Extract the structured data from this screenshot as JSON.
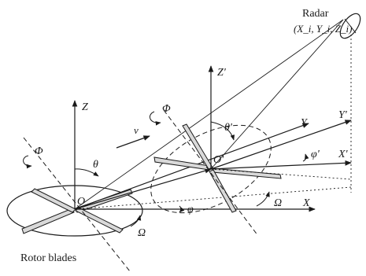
{
  "labels": {
    "radar": "Radar",
    "radar_coords": "(X_i, Y_i, Z_i)",
    "rotor_blades": "Rotor blades",
    "Z": "Z",
    "Z_prime": "Z'",
    "X": "X",
    "X_prime": "X'",
    "Y": "Y",
    "Y_prime": "Y'",
    "O": "O",
    "O_prime": "O'",
    "v": "v",
    "theta": "θ",
    "theta_prime": "θ'",
    "phi": "φ",
    "phi_prime": "φ'",
    "Phi_left": "Φ",
    "Phi_right": "Φ",
    "Omega_left": "Ω",
    "Omega_right": "Ω"
  },
  "colors": {
    "ink": "#1a1a1a",
    "blade_fill": "#d9d9d9"
  }
}
